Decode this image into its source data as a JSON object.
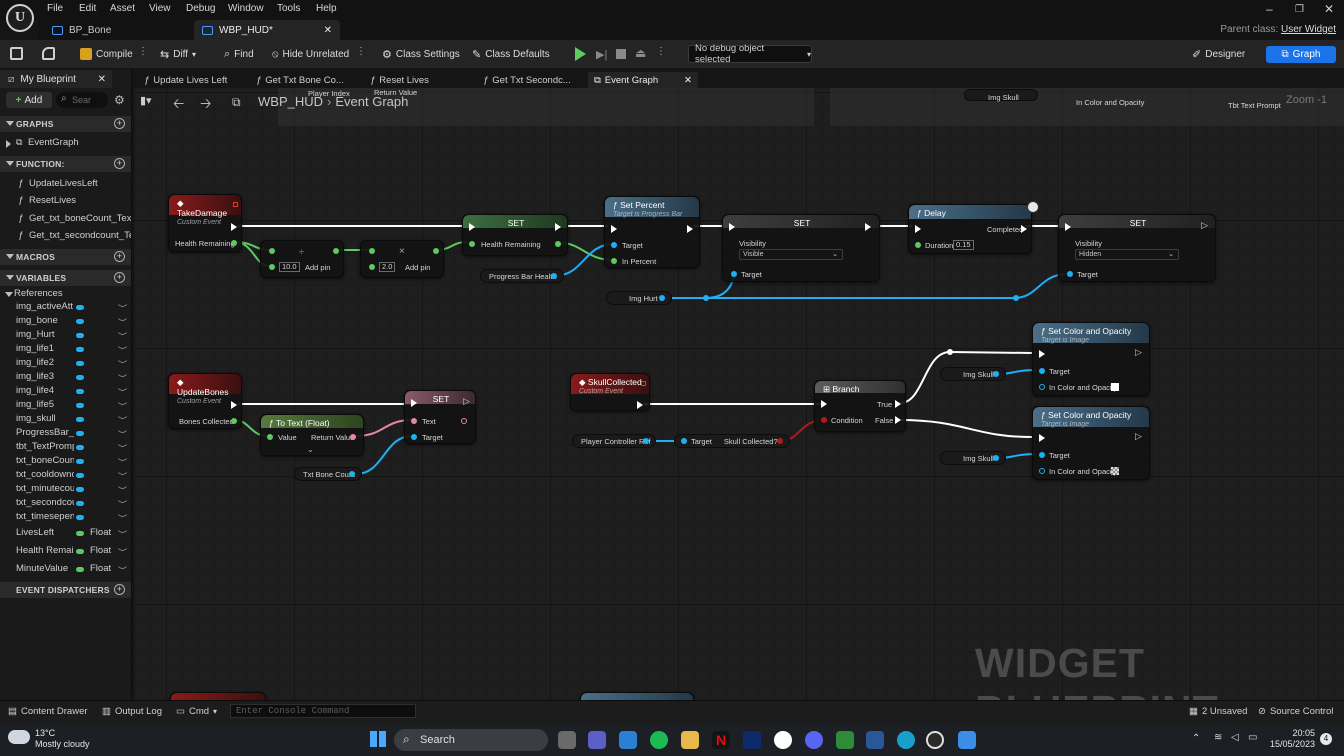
{
  "menu": [
    "File",
    "Edit",
    "Asset",
    "View",
    "Debug",
    "Window",
    "Tools",
    "Help"
  ],
  "doc_tabs": [
    {
      "label": "BP_Bone",
      "active": false
    },
    {
      "label": "WBP_HUD*",
      "active": true
    }
  ],
  "parent_class": {
    "label": "Parent class:",
    "value": "User Widget"
  },
  "toolbar": {
    "compile": "Compile",
    "diff": "Diff",
    "find": "Find",
    "hide_unrelated": "Hide Unrelated",
    "class_settings": "Class Settings",
    "class_defaults": "Class Defaults",
    "debug_select": "No debug object selected",
    "designer": "Designer",
    "graph": "Graph"
  },
  "left_panel": {
    "tab": "My Blueprint",
    "add": "Add",
    "search_placeholder": "Sear",
    "graphs_header": "GRAPHS",
    "graphs": [
      "EventGraph"
    ],
    "functions_header": "FUNCTION:",
    "functions": [
      "UpdateLivesLeft",
      "ResetLives",
      "Get_txt_boneCount_Text",
      "Get_txt_secondcount_Te"
    ],
    "macros_header": "MACROS",
    "variables_header": "VARIABLES",
    "references_label": "References",
    "reference_vars": [
      "img_activeAtt",
      "img_bone",
      "img_Hurt",
      "img_life1",
      "img_life2",
      "img_life3",
      "img_life4",
      "img_life5",
      "img_skull",
      "ProgressBar_",
      "tbt_TextPromp",
      "txt_boneCount",
      "txt_cooldownc",
      "txt_minutecou",
      "txt_secondcou",
      "txt_timesepert"
    ],
    "float_vars": [
      {
        "name": "LivesLeft",
        "type": "Float"
      },
      {
        "name": "Health Remain",
        "type": "Float"
      },
      {
        "name": "MinuteValue",
        "type": "Float"
      }
    ],
    "dispatchers_header": "EVENT DISPATCHERS"
  },
  "graph_tabs": [
    "Update Lives Left",
    "Get Txt Bone Co...",
    "Reset Lives",
    "Get Txt Secondc...",
    "Event Graph"
  ],
  "breadcrumb": {
    "root": "WBP_HUD",
    "current": "Event Graph"
  },
  "zoom_label": "Zoom -1",
  "watermark": "WIDGET BLUEPRINT",
  "colors": {
    "float_pin": "#5ec95e",
    "object_pin": "#1eb0f5",
    "text_pin": "#e886a8",
    "bool_pin": "#b01a1a",
    "accent": "#1a73e8"
  },
  "nodes": {
    "take_damage": {
      "title": "TakeDamage",
      "subtitle": "Custom Event",
      "pin": "Health Remaining"
    },
    "add1": {
      "value": "10.0",
      "add_pin": "Add pin"
    },
    "add2": {
      "value": "2.0",
      "add_pin": "Add pin"
    },
    "set_health": {
      "title": "SET",
      "pin": "Health Remaining"
    },
    "set_percent": {
      "title": "Set Percent",
      "subtitle": "Target is Progress Bar",
      "target": "Target",
      "in_percent": "In Percent"
    },
    "progress_bar_health": "Progress Bar Health",
    "set_visible": {
      "title": "SET",
      "visibility": "Visibility",
      "value": "Visible",
      "target": "Target"
    },
    "img_hurt": "Img Hurt",
    "delay": {
      "title": "Delay",
      "completed": "Completed",
      "duration": "Duration",
      "duration_value": "0.15"
    },
    "set_hidden": {
      "title": "SET",
      "visibility": "Visibility",
      "value": "Hidden",
      "target": "Target"
    },
    "update_bones": {
      "title": "UpdateBones",
      "subtitle": "Custom Event",
      "pin": "Bones Collected"
    },
    "to_text": {
      "title": "To Text (Float)",
      "value": "Value",
      "return": "Return Value"
    },
    "set_text": {
      "title": "SET",
      "text": "Text",
      "target": "Target"
    },
    "txt_bone_count": "Txt Bone Count",
    "skull_collected": {
      "title": "SkullCollected",
      "subtitle": "Custom Event"
    },
    "player_controller_ref": "Player Controller Ref",
    "skull_getter": {
      "target": "Target",
      "output": "Skull Collected?"
    },
    "branch": {
      "title": "Branch",
      "true": "True",
      "false": "False",
      "condition": "Condition"
    },
    "set_color_1": {
      "title": "Set Color and Opacity",
      "subtitle": "Target is Image",
      "target": "Target",
      "in_color": "In Color and Opacity"
    },
    "set_color_2": {
      "title": "Set Color and Opacity",
      "subtitle": "Target is Image",
      "target": "Target",
      "in_color": "In Color and Opacity"
    },
    "img_skull_1": "Img Skull",
    "img_skull_2": "Img Skull",
    "top_fragments": {
      "player_index": "Player Index",
      "return_value": "Return Value",
      "img_skull": "Img Skull",
      "in_color": "In Color and Opacity",
      "tbt_prompt": "Tbt Text Prompt"
    }
  },
  "bottom_bar": {
    "content_drawer": "Content Drawer",
    "output_log": "Output Log",
    "cmd": "Cmd",
    "console_placeholder": "Enter Console Command",
    "unsaved": "2 Unsaved",
    "source_control": "Source Control"
  },
  "taskbar": {
    "temp": "13°C",
    "weather": "Mostly cloudy",
    "search": "Search",
    "time": "20:05",
    "date": "15/05/2023",
    "notifications": "4"
  }
}
